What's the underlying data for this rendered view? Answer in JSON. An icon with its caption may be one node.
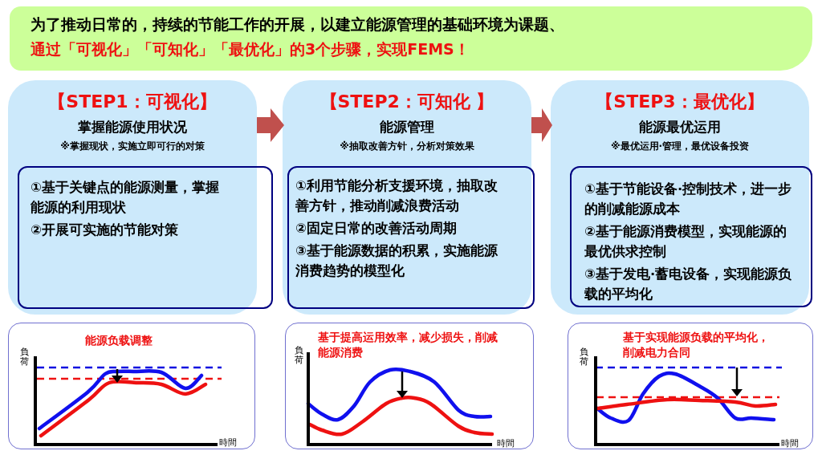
{
  "diagram": {
    "nodes": [
      {
        "text": [
          "为了推动日常的，持续的节能工作的开展，以建立能源管理的基础环境为课题、",
          "通过「可视化」「可知化」「最优化」的3个步骤，实现FEMS！"
        ]
      },
      {
        "text": [
          "【STEP1：可视化】",
          "掌握能源使用状况",
          "※掌握现状，实施立即可行的对策"
        ]
      },
      {
        "text": [
          "①基于关键点的能源测量，掌握能源的利用现状",
          "②开展可实施的节能对策"
        ],
        "in": 1
      },
      {
        "text": [
          "【STEP2：可知化 】",
          "能源管理",
          "※抽取改善方针，分析对策效果"
        ]
      },
      {
        "text": [
          "①利用节能分析支援环境，抽取改善方针，推动削减浪费活动",
          "②固定日常的改善活动周期",
          "③基于能源数据的积累，实施能源消费趋势的模型化"
        ],
        "in": 3
      },
      {
        "text": [
          "【STEP3：最优化】",
          "能源最优运用",
          "※最优运用·管理，最优设备投资"
        ]
      },
      {
        "text": [
          "①基于节能设备·控制技术，进一步的削减能源成本",
          "②基于能源消费模型，实现能源的最优供求控制",
          "③基于发电·蓄电设备，实现能源负载的平均化"
        ],
        "in": 5
      },
      {
        "text": [
          "能源负载调整",
          "負荷",
          "時間"
        ]
      },
      {
        "text": [
          "負荷",
          "基于提高运用效率，减少损失，削减能源消费",
          "時間"
        ]
      },
      {
        "text": [
          "負荷",
          "基于实现能源负载的平均化，削减电力合同",
          "時間"
        ]
      }
    ],
    "edges": [
      {
        "from": 1,
        "to": 3,
        "arrow": "to"
      },
      {
        "from": 3,
        "to": 5,
        "arrow": "to"
      }
    ]
  }
}
